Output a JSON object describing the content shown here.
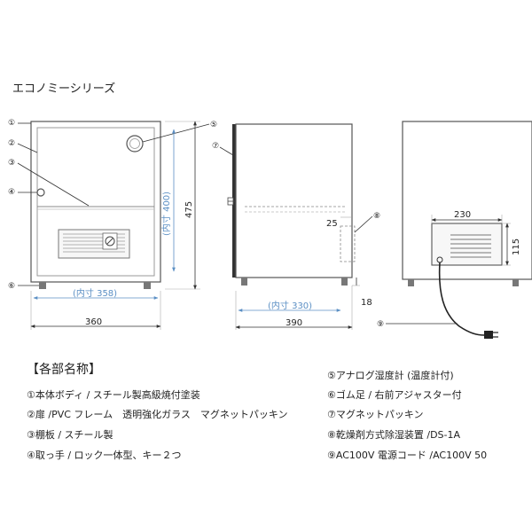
{
  "title": "エコノミーシリーズ",
  "callouts": [
    "①",
    "②",
    "③",
    "④",
    "⑤",
    "⑥",
    "⑦",
    "⑧",
    "⑨"
  ],
  "dimensions": {
    "front_width": "360",
    "front_inner_width": "(内寸 358)",
    "front_height": "475",
    "front_inner_height": "(内寸 400)",
    "side_depth": "390",
    "side_inner_depth": "(内寸 330)",
    "side_offset": "25",
    "side_foot": "18",
    "back_unit_width": "230",
    "back_unit_height": "115"
  },
  "legend": {
    "heading": "【各部名称】",
    "left": [
      "①本体ボディ / スチール製高級焼付塗装",
      "②扉 /PVC フレーム　透明強化ガラス　マグネットパッキン",
      "③棚板 / スチール製",
      "④取っ手 / ロック一体型、キー２つ"
    ],
    "right": [
      "⑤アナログ湿度計 (温度計付)",
      "⑥ゴム足 / 右前アジャスター付",
      "⑦マグネットパッキン",
      "⑧乾燥剤方式除湿装置 /DS-1A",
      "⑨AC100V 電源コード /AC100V 50"
    ]
  }
}
